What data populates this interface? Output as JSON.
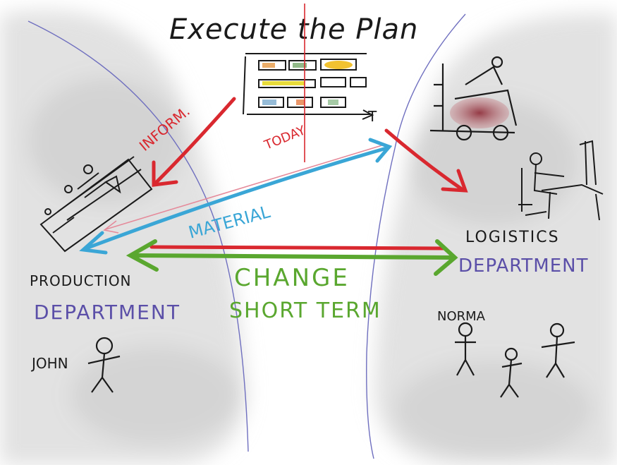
{
  "title": "Execute the Plan",
  "labels": {
    "inform": "INFORM.",
    "today": "TODAY",
    "today_marker": "T",
    "material": "MATERIAL",
    "change_line1": "CHANGE",
    "change_line2": "SHORT TERM"
  },
  "production": {
    "line1": "PRODUCTION",
    "line2": "DEPARTMENT",
    "person": "JOHN"
  },
  "logistics": {
    "line1": "LOGISTICS",
    "line2": "DEPARTMENT",
    "person": "NORMA"
  },
  "colors": {
    "red": "#d9282f",
    "blue": "#3aa6d6",
    "green": "#5aa72f",
    "purple": "#5b4fa8",
    "ink": "#1a1a1a",
    "pink": "#e58a9a",
    "forklift": "#9a3540"
  }
}
